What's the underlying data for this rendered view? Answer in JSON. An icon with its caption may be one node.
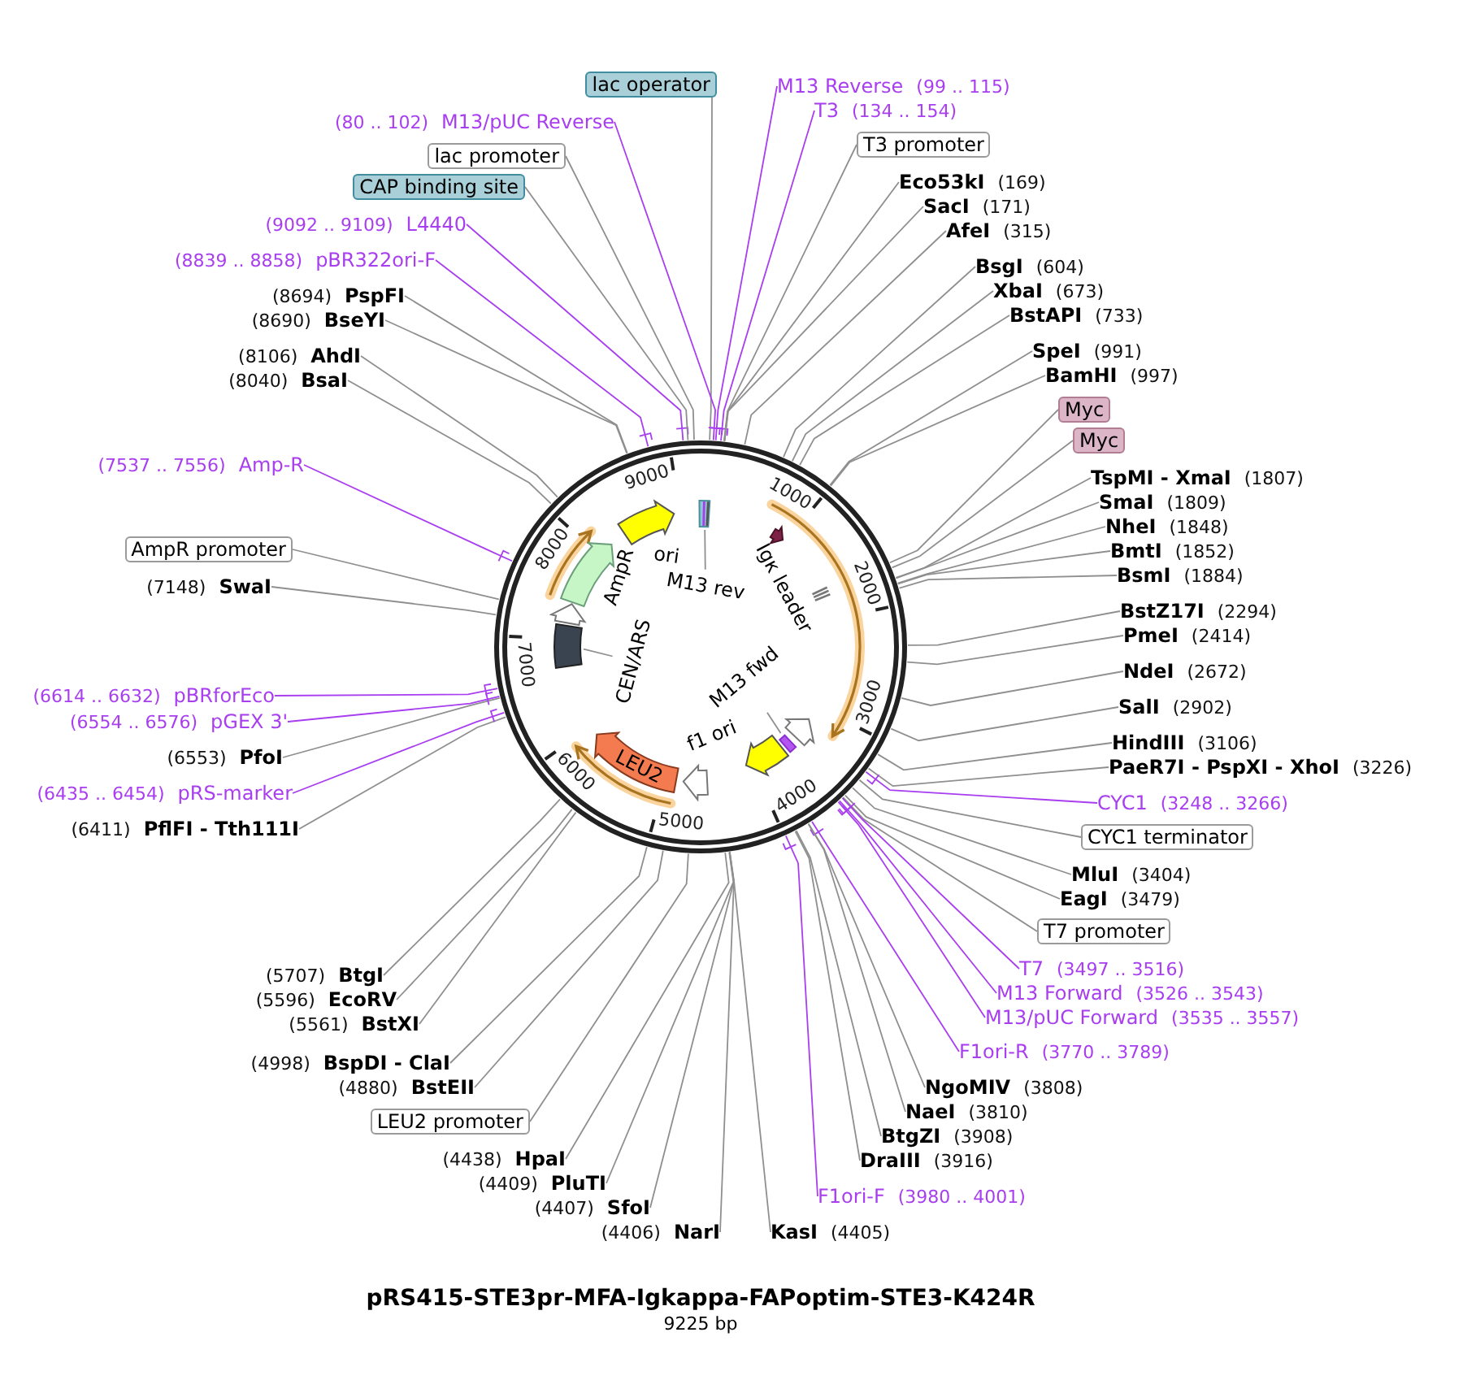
{
  "diagram": {
    "title": "pRS415-STE3pr-MFA-Igkappa-FAPoptim-STE3-K424R",
    "caption": "9225 bp",
    "nodes": [
      {
        "text": [],
        "shape": "circle"
      },
      {
        "text": [
          "lac operator"
        ]
      },
      {
        "text": [
          "M13 Reverse",
          "(99 .. 115)"
        ]
      },
      {
        "text": [
          "T3",
          "(134 .. 154)"
        ]
      },
      {
        "text": [
          "T3 promoter"
        ]
      },
      {
        "text": [
          "Eco53kI",
          "(169)"
        ]
      },
      {
        "text": [
          "SacI",
          "(171)"
        ]
      },
      {
        "text": [
          "AfeI",
          "(315)"
        ]
      },
      {
        "text": [
          "BsgI",
          "(604)"
        ]
      },
      {
        "text": [
          "XbaI",
          "(673)"
        ]
      },
      {
        "text": [
          "BstAPI",
          "(733)"
        ]
      },
      {
        "text": [
          "SpeI",
          "(991)"
        ]
      },
      {
        "text": [
          "BamHI",
          "(997)"
        ]
      },
      {
        "text": [
          "Myc"
        ]
      },
      {
        "text": [
          "Myc"
        ]
      },
      {
        "text": [
          "TspMI - XmaI",
          "(1807)"
        ]
      },
      {
        "text": [
          "SmaI",
          "(1809)"
        ]
      },
      {
        "text": [
          "NheI",
          "(1848)"
        ]
      },
      {
        "text": [
          "BmtI",
          "(1852)"
        ]
      },
      {
        "text": [
          "BsmI",
          "(1884)"
        ]
      },
      {
        "text": [
          "BstZ17I",
          "(2294)"
        ]
      },
      {
        "text": [
          "PmeI",
          "(2414)"
        ]
      },
      {
        "text": [
          "NdeI",
          "(2672)"
        ]
      },
      {
        "text": [
          "SalI",
          "(2902)"
        ]
      },
      {
        "text": [
          "HindIII",
          "(3106)"
        ]
      },
      {
        "text": [
          "PaeR7I - PspXI - XhoI",
          "(3226)"
        ]
      },
      {
        "text": [
          "CYC1",
          "(3248 .. 3266)"
        ]
      },
      {
        "text": [
          "CYC1 terminator"
        ]
      },
      {
        "text": [
          "MluI",
          "(3404)"
        ]
      },
      {
        "text": [
          "EagI",
          "(3479)"
        ]
      },
      {
        "text": [
          "T7 promoter"
        ]
      },
      {
        "text": [
          "T7",
          "(3497 .. 3516)"
        ]
      },
      {
        "text": [
          "M13 Forward",
          "(3526 .. 3543)"
        ]
      },
      {
        "text": [
          "M13/pUC Forward",
          "(3535 .. 3557)"
        ]
      },
      {
        "text": [
          "F1ori-R",
          "(3770 .. 3789)"
        ]
      },
      {
        "text": [
          "NgoMIV",
          "(3808)"
        ]
      },
      {
        "text": [
          "NaeI",
          "(3810)"
        ]
      },
      {
        "text": [
          "BtgZI",
          "(3908)"
        ]
      },
      {
        "text": [
          "DraIII",
          "(3916)"
        ]
      },
      {
        "text": [
          "F1ori-F",
          "(3980 .. 4001)"
        ]
      },
      {
        "text": [
          "KasI",
          "(4405)"
        ]
      },
      {
        "text": [
          "(4406)",
          "NarI"
        ]
      },
      {
        "text": [
          "(4407)",
          "SfoI"
        ]
      },
      {
        "text": [
          "(4409)",
          "PluTI"
        ]
      },
      {
        "text": [
          "(4438)",
          "HpaI"
        ]
      },
      {
        "text": [
          "LEU2 promoter"
        ]
      },
      {
        "text": [
          "(4880)",
          "BstEII"
        ]
      },
      {
        "text": [
          "(4998)",
          "BspDI - ClaI"
        ]
      },
      {
        "text": [
          "(5561)",
          "BstXI"
        ]
      },
      {
        "text": [
          "(5596)",
          "EcoRV"
        ]
      },
      {
        "text": [
          "(5707)",
          "BtgI"
        ]
      },
      {
        "text": [
          "(6411)",
          "PflFI - Tth111I"
        ]
      },
      {
        "text": [
          "(6435 .. 6454)",
          "pRS-marker"
        ]
      },
      {
        "text": [
          "(6553)",
          "PfoI"
        ]
      },
      {
        "text": [
          "(6554 .. 6576)",
          "pGEX 3'"
        ]
      },
      {
        "text": [
          "(6614 .. 6632)",
          "pBRforEco"
        ]
      },
      {
        "text": [
          "(7148)",
          "SwaI"
        ]
      },
      {
        "text": [
          "AmpR promoter"
        ]
      },
      {
        "text": [
          "(7537 .. 7556)",
          "Amp-R"
        ]
      },
      {
        "text": [
          "(8040)",
          "BsaI"
        ]
      },
      {
        "text": [
          "(8106)",
          "AhdI"
        ]
      },
      {
        "text": [
          "(8690)",
          "BseYI"
        ]
      },
      {
        "text": [
          "(8694)",
          "PspFI"
        ]
      },
      {
        "text": [
          "(8839 .. 8858)",
          "pBR322ori-F"
        ]
      },
      {
        "text": [
          "(9092 .. 9109)",
          "L4440"
        ]
      },
      {
        "text": [
          "CAP binding site"
        ]
      },
      {
        "text": [
          "lac promoter"
        ]
      },
      {
        "text": [
          "(80 .. 102)",
          "M13/pUC Reverse"
        ]
      },
      {
        "text": [],
        "shape": "bar",
        "in": 0
      },
      {
        "text": [],
        "shape": "arrow",
        "beside": [
          "ori"
        ],
        "in": 0
      },
      {
        "text": [
          "M13 rev"
        ],
        "in": 0
      },
      {
        "text": [],
        "shape": "arrow",
        "beside": [
          "Igκ leader"
        ],
        "in": 0
      },
      {
        "text": [
          "M13 fwd"
        ],
        "in": 0
      },
      {
        "text": [],
        "shape": "bar",
        "in": 0
      },
      {
        "text": [],
        "shape": "arrow",
        "in": 0
      },
      {
        "text": [],
        "shape": "arrow",
        "beside": [
          "f1 ori"
        ],
        "in": 0
      },
      {
        "text": [],
        "shape": "arrow",
        "in": 0
      },
      {
        "text": [
          "LEU2"
        ],
        "in": 0
      },
      {
        "text": [
          "CEN/ARS"
        ],
        "in": 0
      },
      {
        "text": [],
        "shape": "box",
        "in": 0
      },
      {
        "text": [],
        "shape": "arrow",
        "in": 0
      },
      {
        "text": [],
        "shape": "arrow",
        "beside": [
          "AmpR"
        ],
        "in": 0
      }
    ],
    "edges": [
      {
        "from": 1,
        "to": 0,
        "arrow": "none"
      },
      {
        "from": 2,
        "to": 0,
        "arrow": "none",
        "color": "#a83ef0"
      },
      {
        "from": 3,
        "to": 0,
        "arrow": "none",
        "color": "#a83ef0"
      },
      {
        "from": 4,
        "to": 0,
        "arrow": "none"
      },
      {
        "from": 5,
        "to": 0,
        "arrow": "none"
      },
      {
        "from": 6,
        "to": 0,
        "arrow": "none"
      },
      {
        "from": 7,
        "to": 0,
        "arrow": "none"
      },
      {
        "from": 8,
        "to": 0,
        "arrow": "none"
      },
      {
        "from": 9,
        "to": 0,
        "arrow": "none"
      },
      {
        "from": 10,
        "to": 0,
        "arrow": "none"
      },
      {
        "from": 11,
        "to": 0,
        "arrow": "none"
      },
      {
        "from": 12,
        "to": 0,
        "arrow": "none"
      },
      {
        "from": 13,
        "to": 0,
        "arrow": "none"
      },
      {
        "from": 14,
        "to": 0,
        "arrow": "none"
      },
      {
        "from": 15,
        "to": 0,
        "arrow": "none"
      },
      {
        "from": 16,
        "to": 0,
        "arrow": "none"
      },
      {
        "from": 17,
        "to": 0,
        "arrow": "none"
      },
      {
        "from": 18,
        "to": 0,
        "arrow": "none"
      },
      {
        "from": 19,
        "to": 0,
        "arrow": "none"
      },
      {
        "from": 20,
        "to": 0,
        "arrow": "none"
      },
      {
        "from": 21,
        "to": 0,
        "arrow": "none"
      },
      {
        "from": 22,
        "to": 0,
        "arrow": "none"
      },
      {
        "from": 23,
        "to": 0,
        "arrow": "none"
      },
      {
        "from": 24,
        "to": 0,
        "arrow": "none"
      },
      {
        "from": 25,
        "to": 0,
        "arrow": "none"
      },
      {
        "from": 26,
        "to": 0,
        "arrow": "none",
        "color": "#a83ef0"
      },
      {
        "from": 27,
        "to": 0,
        "arrow": "none"
      },
      {
        "from": 28,
        "to": 0,
        "arrow": "none"
      },
      {
        "from": 29,
        "to": 0,
        "arrow": "none"
      },
      {
        "from": 30,
        "to": 0,
        "arrow": "none"
      },
      {
        "from": 31,
        "to": 0,
        "arrow": "none",
        "color": "#a83ef0"
      },
      {
        "from": 32,
        "to": 0,
        "arrow": "none",
        "color": "#a83ef0"
      },
      {
        "from": 33,
        "to": 0,
        "arrow": "none",
        "color": "#a83ef0"
      },
      {
        "from": 34,
        "to": 0,
        "arrow": "none",
        "color": "#a83ef0"
      },
      {
        "from": 35,
        "to": 0,
        "arrow": "none"
      },
      {
        "from": 36,
        "to": 0,
        "arrow": "none"
      },
      {
        "from": 37,
        "to": 0,
        "arrow": "none"
      },
      {
        "from": 38,
        "to": 0,
        "arrow": "none"
      },
      {
        "from": 39,
        "to": 0,
        "arrow": "none",
        "color": "#a83ef0"
      },
      {
        "from": 40,
        "to": 0,
        "arrow": "none"
      },
      {
        "from": 41,
        "to": 0,
        "arrow": "none"
      },
      {
        "from": 42,
        "to": 0,
        "arrow": "none"
      },
      {
        "from": 43,
        "to": 0,
        "arrow": "none"
      },
      {
        "from": 44,
        "to": 0,
        "arrow": "none"
      },
      {
        "from": 45,
        "to": 0,
        "arrow": "none"
      },
      {
        "from": 46,
        "to": 0,
        "arrow": "none"
      },
      {
        "from": 47,
        "to": 0,
        "arrow": "none"
      },
      {
        "from": 48,
        "to": 0,
        "arrow": "none"
      },
      {
        "from": 49,
        "to": 0,
        "arrow": "none"
      },
      {
        "from": 50,
        "to": 0,
        "arrow": "none"
      },
      {
        "from": 51,
        "to": 0,
        "arrow": "none"
      },
      {
        "from": 52,
        "to": 0,
        "arrow": "none",
        "color": "#a83ef0"
      },
      {
        "from": 53,
        "to": 0,
        "arrow": "none"
      },
      {
        "from": 54,
        "to": 0,
        "arrow": "none",
        "color": "#a83ef0"
      },
      {
        "from": 55,
        "to": 0,
        "arrow": "none",
        "color": "#a83ef0"
      },
      {
        "from": 56,
        "to": 0,
        "arrow": "none"
      },
      {
        "from": 57,
        "to": 0,
        "arrow": "none"
      },
      {
        "from": 58,
        "to": 0,
        "arrow": "none",
        "color": "#a83ef0"
      },
      {
        "from": 59,
        "to": 0,
        "arrow": "none"
      },
      {
        "from": 60,
        "to": 0,
        "arrow": "none"
      },
      {
        "from": 61,
        "to": 0,
        "arrow": "none"
      },
      {
        "from": 62,
        "to": 0,
        "arrow": "none"
      },
      {
        "from": 63,
        "to": 0,
        "arrow": "none",
        "color": "#a83ef0"
      },
      {
        "from": 64,
        "to": 0,
        "arrow": "none",
        "color": "#a83ef0"
      },
      {
        "from": 65,
        "to": 0,
        "arrow": "none"
      },
      {
        "from": 66,
        "to": 0,
        "arrow": "none"
      },
      {
        "from": 67,
        "to": 0,
        "arrow": "none",
        "color": "#a83ef0"
      },
      {
        "from": 70,
        "to": 68,
        "arrow": "none"
      },
      {
        "from": 72,
        "to": 73,
        "arrow": "none"
      },
      {
        "from": 78,
        "to": 79,
        "arrow": "none"
      }
    ],
    "labels": [
      "1000",
      "2000",
      "3000",
      "4000",
      "5000",
      "6000",
      "7000",
      "8000",
      "9000"
    ]
  }
}
